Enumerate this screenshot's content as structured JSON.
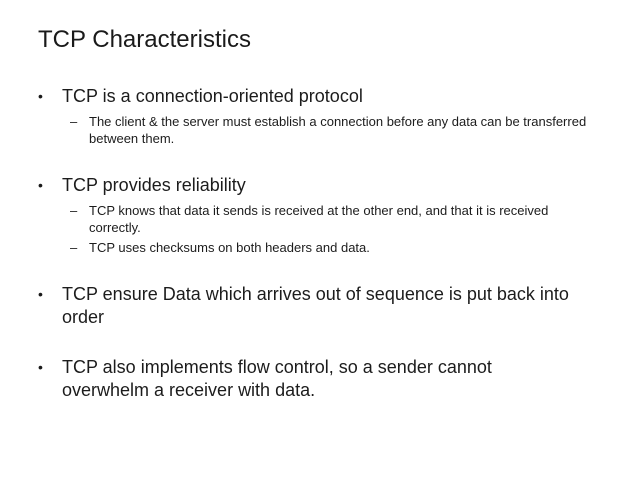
{
  "slide": {
    "title": "TCP Characteristics",
    "bullet_char": "•",
    "sub_bullet_char": "–",
    "colors": {
      "background": "#ffffff",
      "text": "#1c1c1c"
    },
    "bullets": [
      {
        "text": "TCP is a connection-oriented protocol",
        "subs": [
          "The client & the server must establish a connection before any data can be transferred between them."
        ]
      },
      {
        "text": "TCP provides reliability",
        "subs": [
          "TCP knows that data it sends is received at the other end, and that it is received correctly.",
          "TCP uses checksums on both headers and data."
        ]
      },
      {
        "text": "TCP ensure Data which arrives out of sequence is put back into order",
        "subs": []
      },
      {
        "text": "TCP also implements flow control, so a sender cannot overwhelm a receiver with data.",
        "subs": []
      }
    ]
  }
}
